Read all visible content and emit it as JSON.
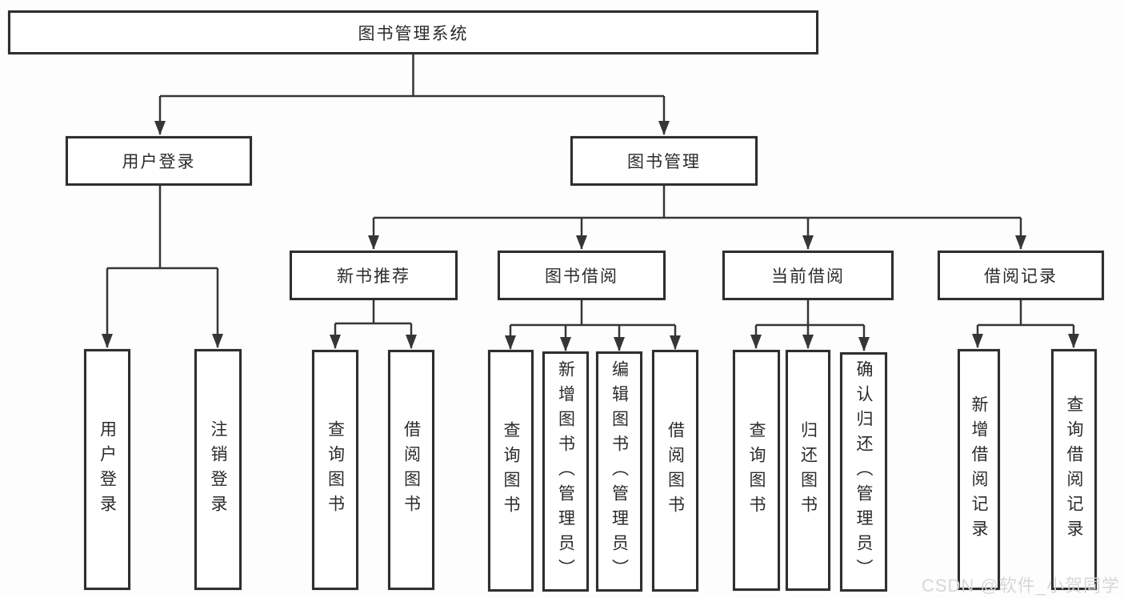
{
  "watermark": "CSDN @软件_小贺同学",
  "diagram": {
    "root": {
      "label": "图书管理系统"
    },
    "branches": {
      "user_login": {
        "label": "用户登录",
        "children": [
          "用户登录",
          "注销登录"
        ]
      },
      "book_mgmt": {
        "label": "图书管理",
        "children": {
          "new_book_rec": {
            "label": "新书推荐",
            "children": [
              "查询图书",
              "借阅图书"
            ]
          },
          "book_borrow": {
            "label": "图书借阅",
            "children": [
              "查询图书",
              "新增图书（管理员）",
              "编辑图书（管理员）",
              "借阅图书"
            ]
          },
          "current_borrow": {
            "label": "当前借阅",
            "children": [
              "查询图书",
              "归还图书",
              "确认归还（管理员）"
            ]
          },
          "borrow_records": {
            "label": "借阅记录",
            "children": [
              "新增借阅记录",
              "查询借阅记录"
            ]
          }
        }
      }
    }
  }
}
